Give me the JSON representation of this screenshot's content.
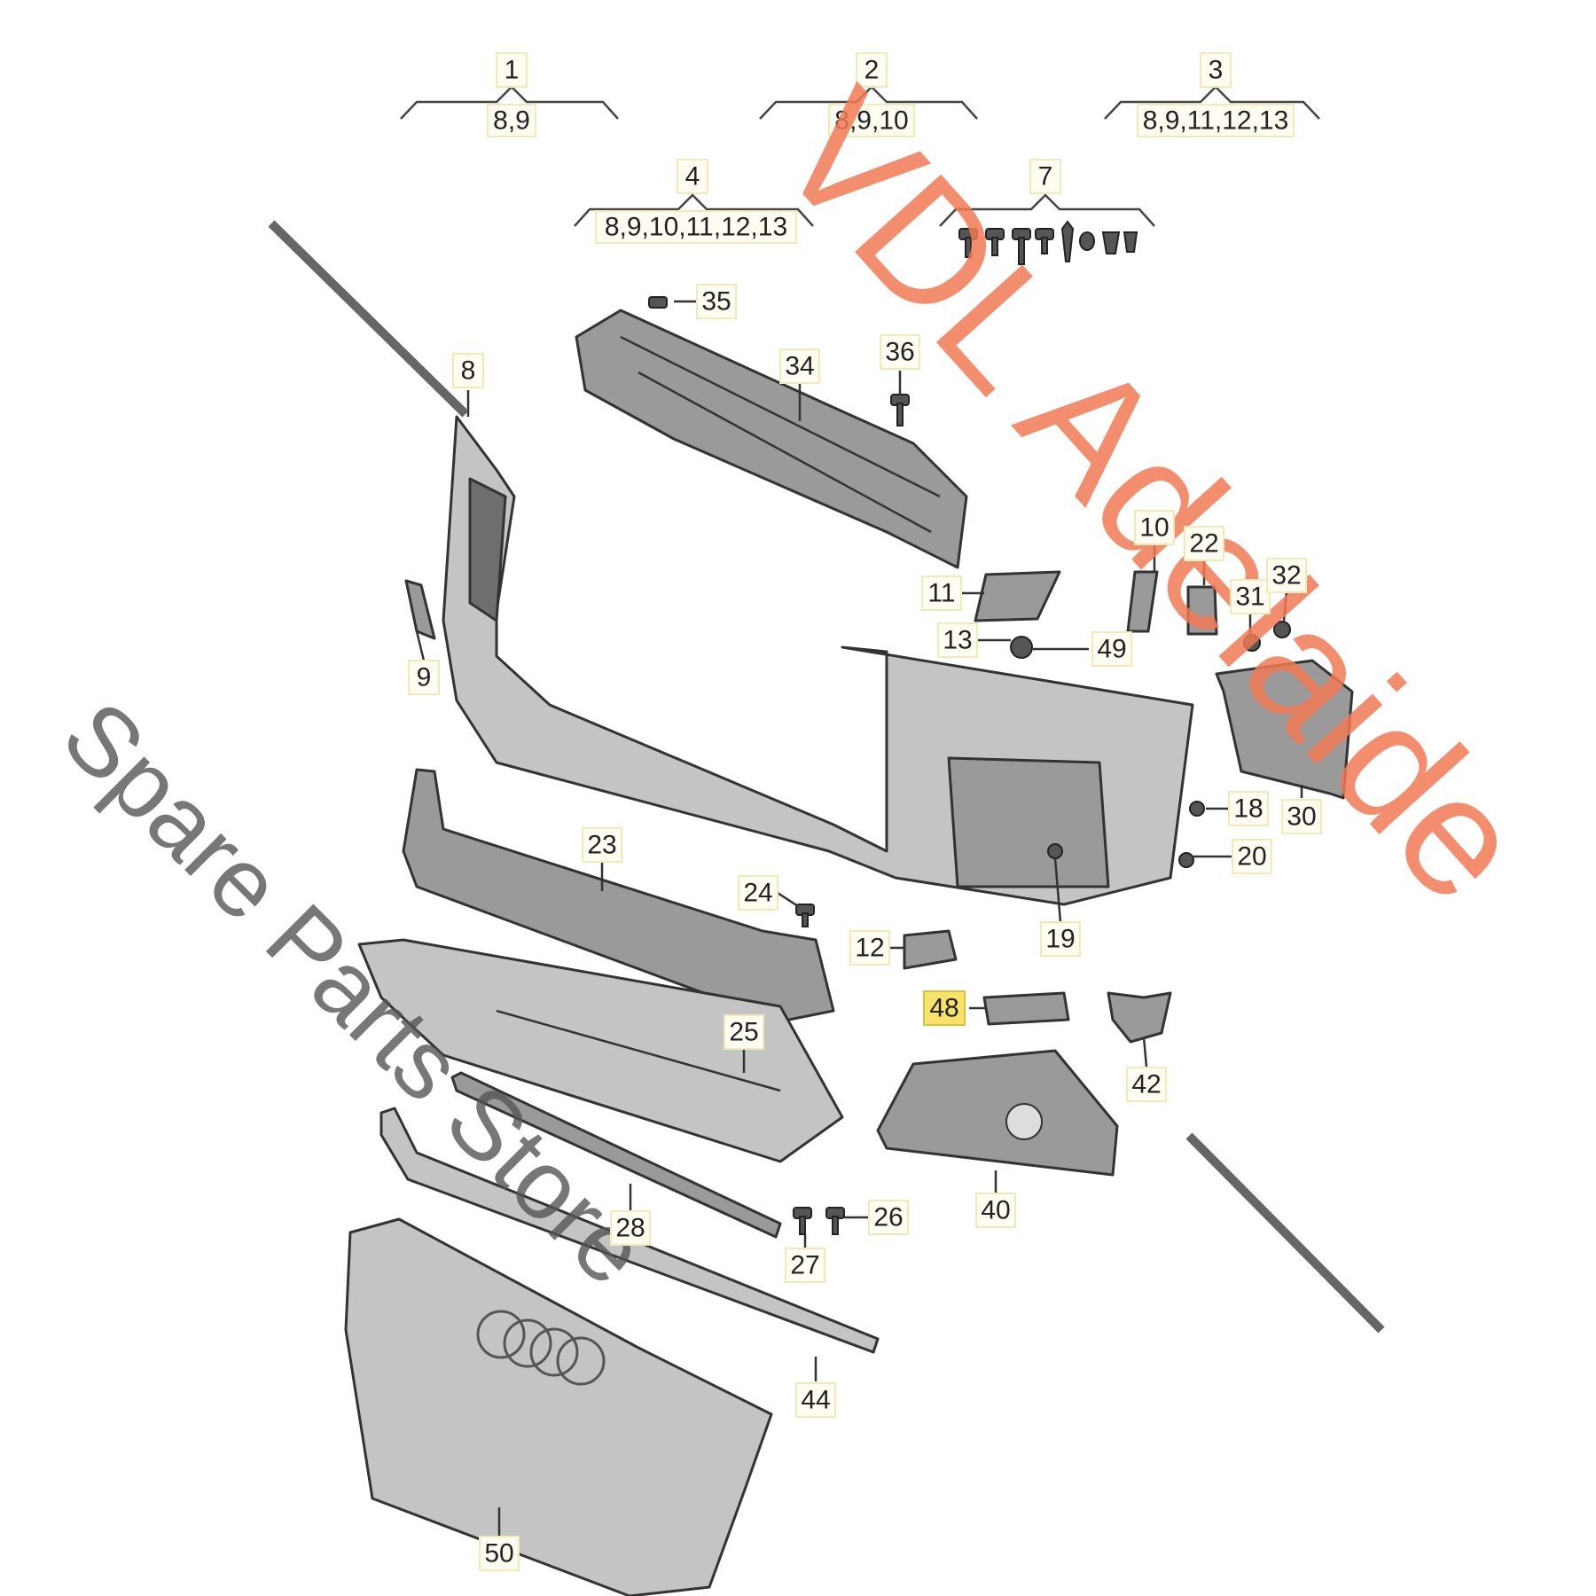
{
  "diagram": {
    "title": "Front bumper exploded parts diagram",
    "groups": [
      {
        "number": "1",
        "contents": "8,9"
      },
      {
        "number": "2",
        "contents": "8,9,10"
      },
      {
        "number": "3",
        "contents": "8,9,11,12,13"
      },
      {
        "number": "4",
        "contents": "8,9,10,11,12,13"
      },
      {
        "number": "7",
        "contents": ""
      }
    ],
    "part_labels": [
      "35",
      "34",
      "36",
      "8",
      "10",
      "22",
      "11",
      "31",
      "32",
      "13",
      "49",
      "9",
      "18",
      "30",
      "20",
      "23",
      "24",
      "19",
      "12",
      "48",
      "25",
      "42",
      "40",
      "26",
      "28",
      "27",
      "44",
      "50"
    ],
    "highlighted_part": "48",
    "highlight_color": "#f7e36a"
  },
  "watermark": {
    "brand": "VDL Adelaide",
    "subtitle": "Spare Parts Store",
    "brand_color": "#f07a55",
    "subtitle_color": "#555555"
  }
}
